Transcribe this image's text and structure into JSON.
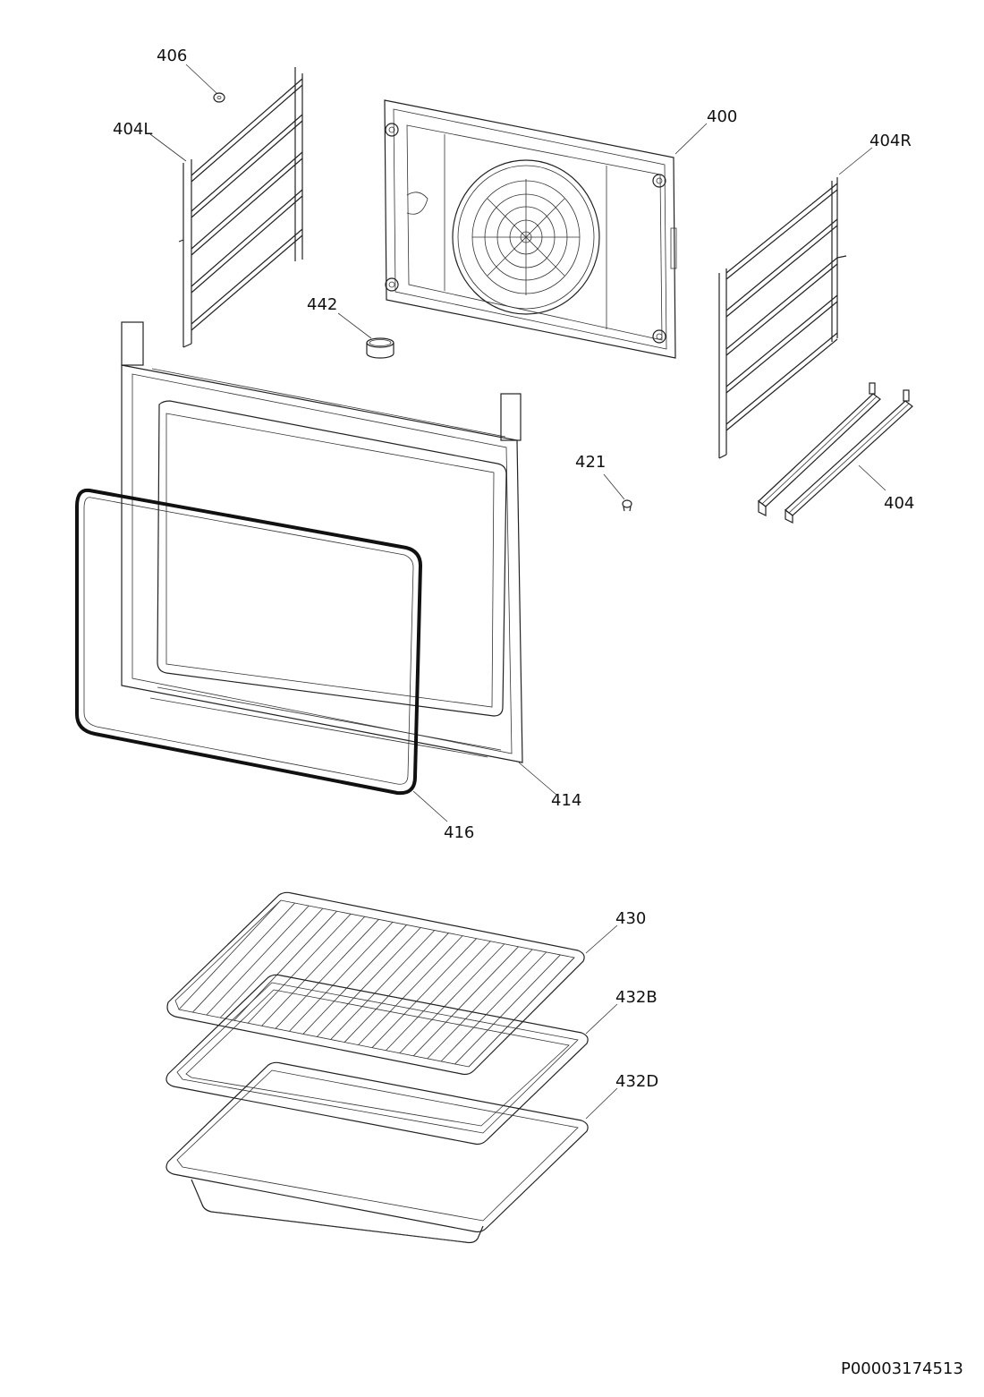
{
  "labels": {
    "p406": "406",
    "p404L": "404L",
    "p400": "400",
    "p404R": "404R",
    "p442": "442",
    "p421": "421",
    "p404": "404",
    "p414": "414",
    "p416": "416",
    "p430": "430",
    "p432B": "432B",
    "p432D": "432D"
  },
  "document_number": "P00003174513"
}
